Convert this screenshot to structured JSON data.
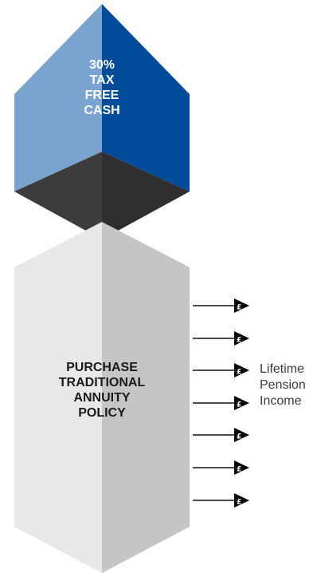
{
  "cube": {
    "lines": [
      "30%",
      "TAX",
      "FREE",
      "CASH"
    ],
    "colors": {
      "left_face": "#7aa3cf",
      "right_face": "#004b9a",
      "bottom_left": "#3c3c3e",
      "bottom_right": "#2f2f31"
    }
  },
  "pillar": {
    "lines": [
      "PURCHASE",
      "TRADITIONAL",
      "ANNUITY",
      "POLICY"
    ],
    "colors": {
      "left_face": "#e8e8ea",
      "right_face": "#c4c5c7"
    }
  },
  "income": {
    "lines": [
      "Lifetime",
      "Pension",
      "Income"
    ],
    "arrow_icon": "pound-arrow-icon",
    "arrow_count": 7
  }
}
